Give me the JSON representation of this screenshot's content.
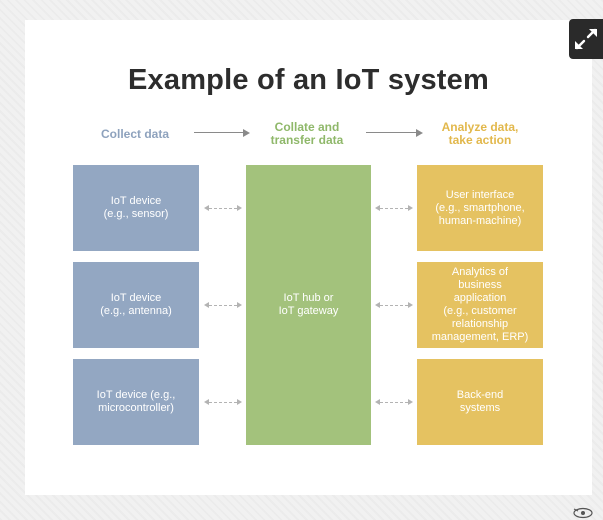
{
  "title": "Example of an IoT system",
  "stages": {
    "collect": "Collect data",
    "collate": [
      "Collate and",
      "transfer data"
    ],
    "analyze": [
      "Analyze data,",
      "take action"
    ]
  },
  "devices": [
    [
      "IoT device",
      "(e.g., sensor)"
    ],
    [
      "IoT device",
      "(e.g., antenna)"
    ],
    [
      "IoT device (e.g.,",
      "microcontroller)"
    ]
  ],
  "hub": [
    "IoT hub or",
    "IoT gateway"
  ],
  "actions": [
    [
      "User interface",
      "(e.g., smartphone,",
      "human-machine)"
    ],
    [
      "Analytics of",
      "business",
      "application",
      "(e.g., customer",
      "relationship",
      "management, ERP)"
    ],
    [
      "Back-end",
      "systems"
    ]
  ],
  "colors": {
    "device": "#93a7c2",
    "hub": "#a3c27c",
    "action": "#e5c261"
  },
  "icons": {
    "expand": "expand-arrows-icon",
    "logo": "eye-logo-icon"
  }
}
